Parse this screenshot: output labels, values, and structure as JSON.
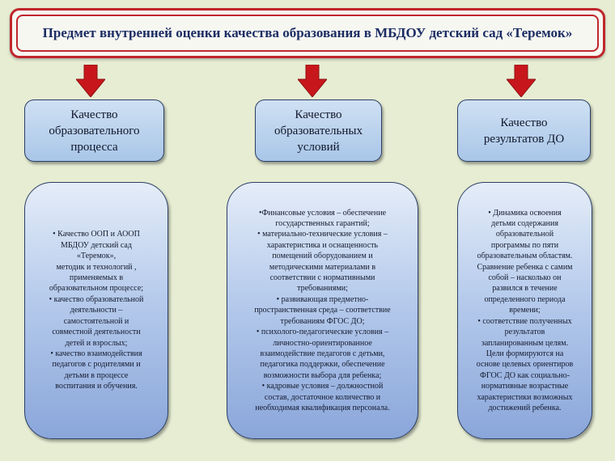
{
  "title": "Предмет внутренней оценки качества образования в МБДОУ детский сад «Теремок»",
  "columns": [
    {
      "heading": [
        "Качество",
        "образовательного",
        "процесса"
      ],
      "items": [
        "• Качество ООП и АООП",
        "МБДОУ детский сад",
        "«Теремок»,",
        "методик и технологий ,",
        "применяемых в",
        "образовательном процессе;",
        "• качество образовательной",
        "деятельности –",
        "самостоятельной и",
        "совместной деятельности",
        "детей и взрослых;",
        "• качество взаимодействия",
        "педагогов с родителями  и",
        "детьми в процессе",
        "воспитания и обучения."
      ]
    },
    {
      "heading": [
        "Качество",
        "образовательных",
        "условий"
      ],
      "items": [
        "•Финансовые условия – обеспечение",
        "государственных гарантий;",
        "• материально-технические условия –",
        "характеристика и оснащенность",
        "помещений оборудованием и",
        "методическими материалами в",
        "соответствии с нормативными",
        "требованиями;",
        "• развивающая предметно-",
        "пространственная среда – соответствие",
        "требованиям ФГОС ДО;",
        "• психолого-педагогические условия –",
        "личностно-ориентированное",
        "взаимодействие педагогов с детьми,",
        "педагогика поддержки, обеспечение",
        "возможности выбора для ребенка;",
        "• кадровые условия – должностной",
        "состав, достаточное количество и",
        "необходимая квалификация персонала."
      ]
    },
    {
      "heading": [
        "Качество",
        "результатов ДО"
      ],
      "items": [
        "• Динамика освоения",
        "детьми содержания",
        "образовательной",
        "программы по пяти",
        "образовательным областям.",
        "Сравнение ребенка с самим",
        "собой – насколько он",
        "развился в течение",
        "определенного периода",
        "времени;",
        "• соответствие полученных",
        "результатов",
        "запланированным целям.",
        "Цели формируются на",
        "основе целевых ориентиров",
        "ФГОС ДО как социально-",
        "нормативные возрастные",
        "характеристики возможных",
        "достижений ребенка."
      ]
    }
  ],
  "colors": {
    "background": "#e6edd3",
    "title_border": "#c0262c",
    "title_text": "#1b2d63",
    "arrow": "#c8171c",
    "box_top": "#cfe0f3",
    "box_bottom": "#8aa6da",
    "box_border": "#2c3f66"
  },
  "icons": {
    "arrow": "down-arrow-icon"
  }
}
